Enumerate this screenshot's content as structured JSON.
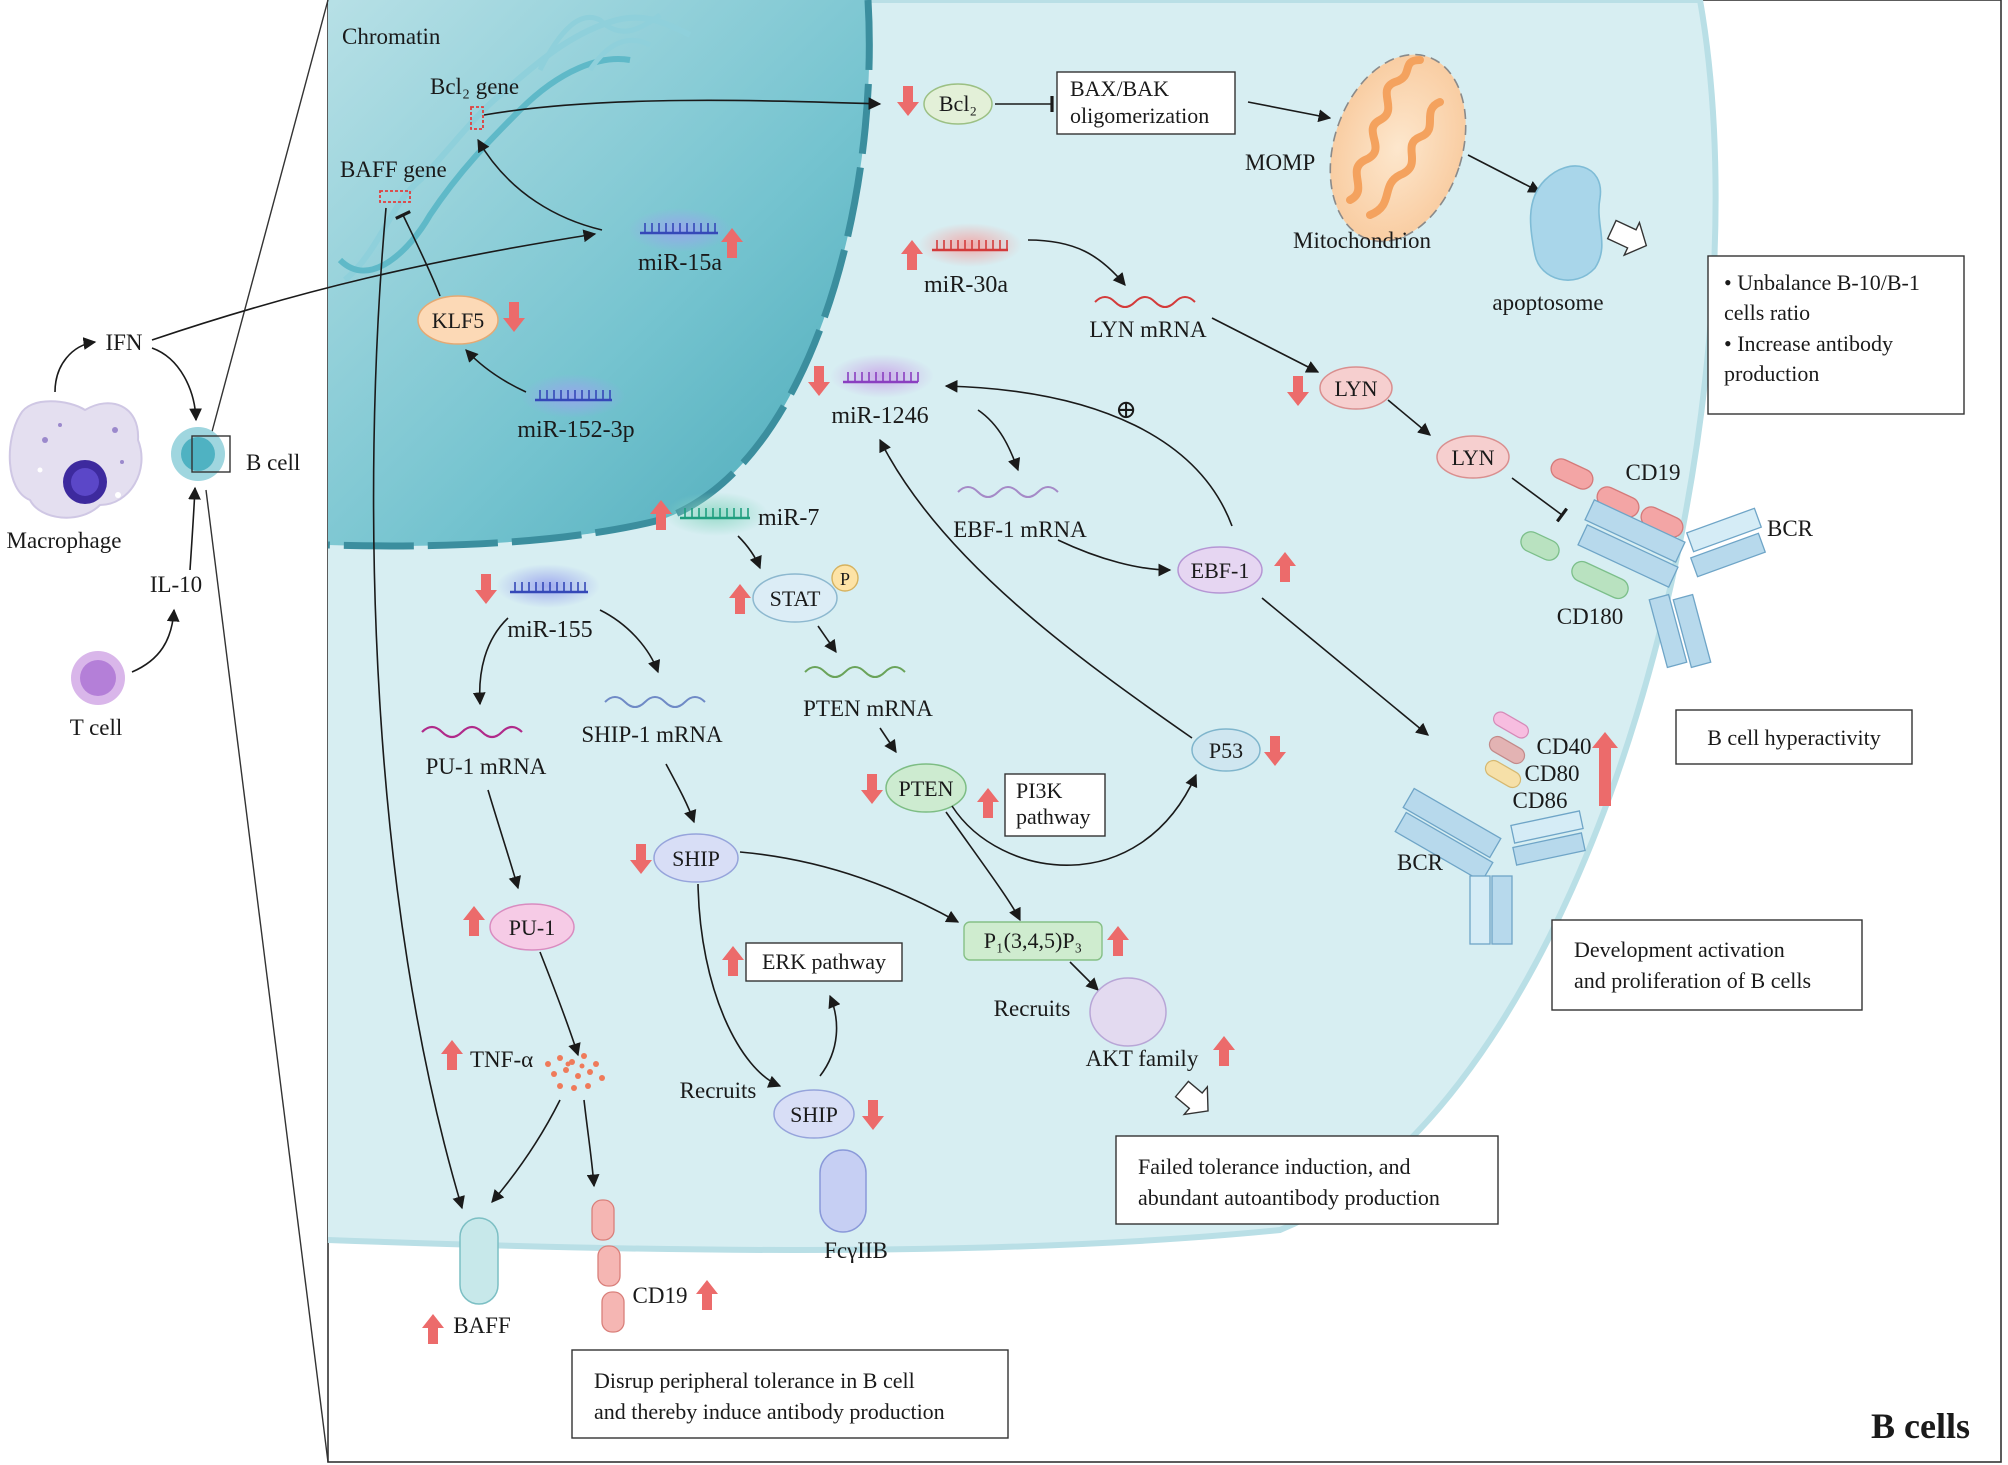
{
  "title": "B cells",
  "left_panel": {
    "macrophage": "Macrophage",
    "t_cell": "T cell",
    "ifn": "IFN",
    "il10": "IL-10",
    "b_cell": "B cell"
  },
  "nucleus": {
    "chromatin": "Chromatin",
    "bcl2_gene": "Bcl₂ gene",
    "baff_gene": "BAFF gene",
    "mir15a": "miR-15a",
    "klf5": "KLF5",
    "mir152": "miR-152-3p"
  },
  "apoptosis": {
    "bcl2": "Bcl₂",
    "bax_line1": "BAX/BAK",
    "bax_line2": "oligomerization",
    "momp": "MOMP",
    "mitochondrion": "Mitochondrion",
    "apoptosome": "apoptosome"
  },
  "lyn_branch": {
    "mir30a": "miR-30a",
    "lyn_mrna": "LYN mRNA",
    "lyn1": "LYN",
    "lyn2": "LYN"
  },
  "ebf_branch": {
    "mir1246": "miR-1246",
    "ebf1_mrna": "EBF-1 mRNA",
    "ebf1": "EBF-1",
    "plus": "⊕",
    "p53": "P53"
  },
  "stat_branch": {
    "mir7": "miR-7",
    "stat": "STAT",
    "p": "P",
    "pten_mrna": "PTEN mRNA",
    "pten": "PTEN",
    "pi3k_line1": "PI3K",
    "pi3k_line2": "pathway",
    "pip3": "P₁(3,4,5)P₃",
    "recruits": "Recruits",
    "akt": "AKT family"
  },
  "mir155_branch": {
    "mir155": "miR-155",
    "pu1_mrna": "PU-1 mRNA",
    "ship1_mrna": "SHIP-1 mRNA",
    "pu1": "PU-1",
    "ship": "SHIP",
    "erk": "ERK pathway",
    "recruits": "Recruits",
    "ship2": "SHIP",
    "fcgriib": "FcγIIB",
    "tnfa": "TNF-α",
    "baff": "BAFF",
    "cd19": "CD19"
  },
  "receptors": {
    "cd19": "CD19",
    "bcr1": "BCR",
    "cd180": "CD180",
    "cd40": "CD40",
    "cd80": "CD80",
    "cd86": "CD86",
    "bcr2": "BCR"
  },
  "outcomes": {
    "unbalance_line1": "• Unbalance B-10/B-1",
    "unbalance_line2": "cells ratio",
    "unbalance_line3": "• Increase antibody",
    "unbalance_line4": "production",
    "hyperactivity": "B cell hyperactivity",
    "development_line1": "Development activation",
    "development_line2": "and proliferation of B cells",
    "failed_line1": "Failed tolerance induction, and",
    "failed_line2": "abundant autoantibody production",
    "disrup_line1": "Disrup peripheral tolerance in B cell",
    "disrup_line2": "and thereby induce antibody production"
  },
  "colors": {
    "cell_fill": "#d6eef1",
    "nucleus_fill": "#6fc3d0",
    "up_down_arrow": "#e8605f",
    "frame": "#333333"
  }
}
